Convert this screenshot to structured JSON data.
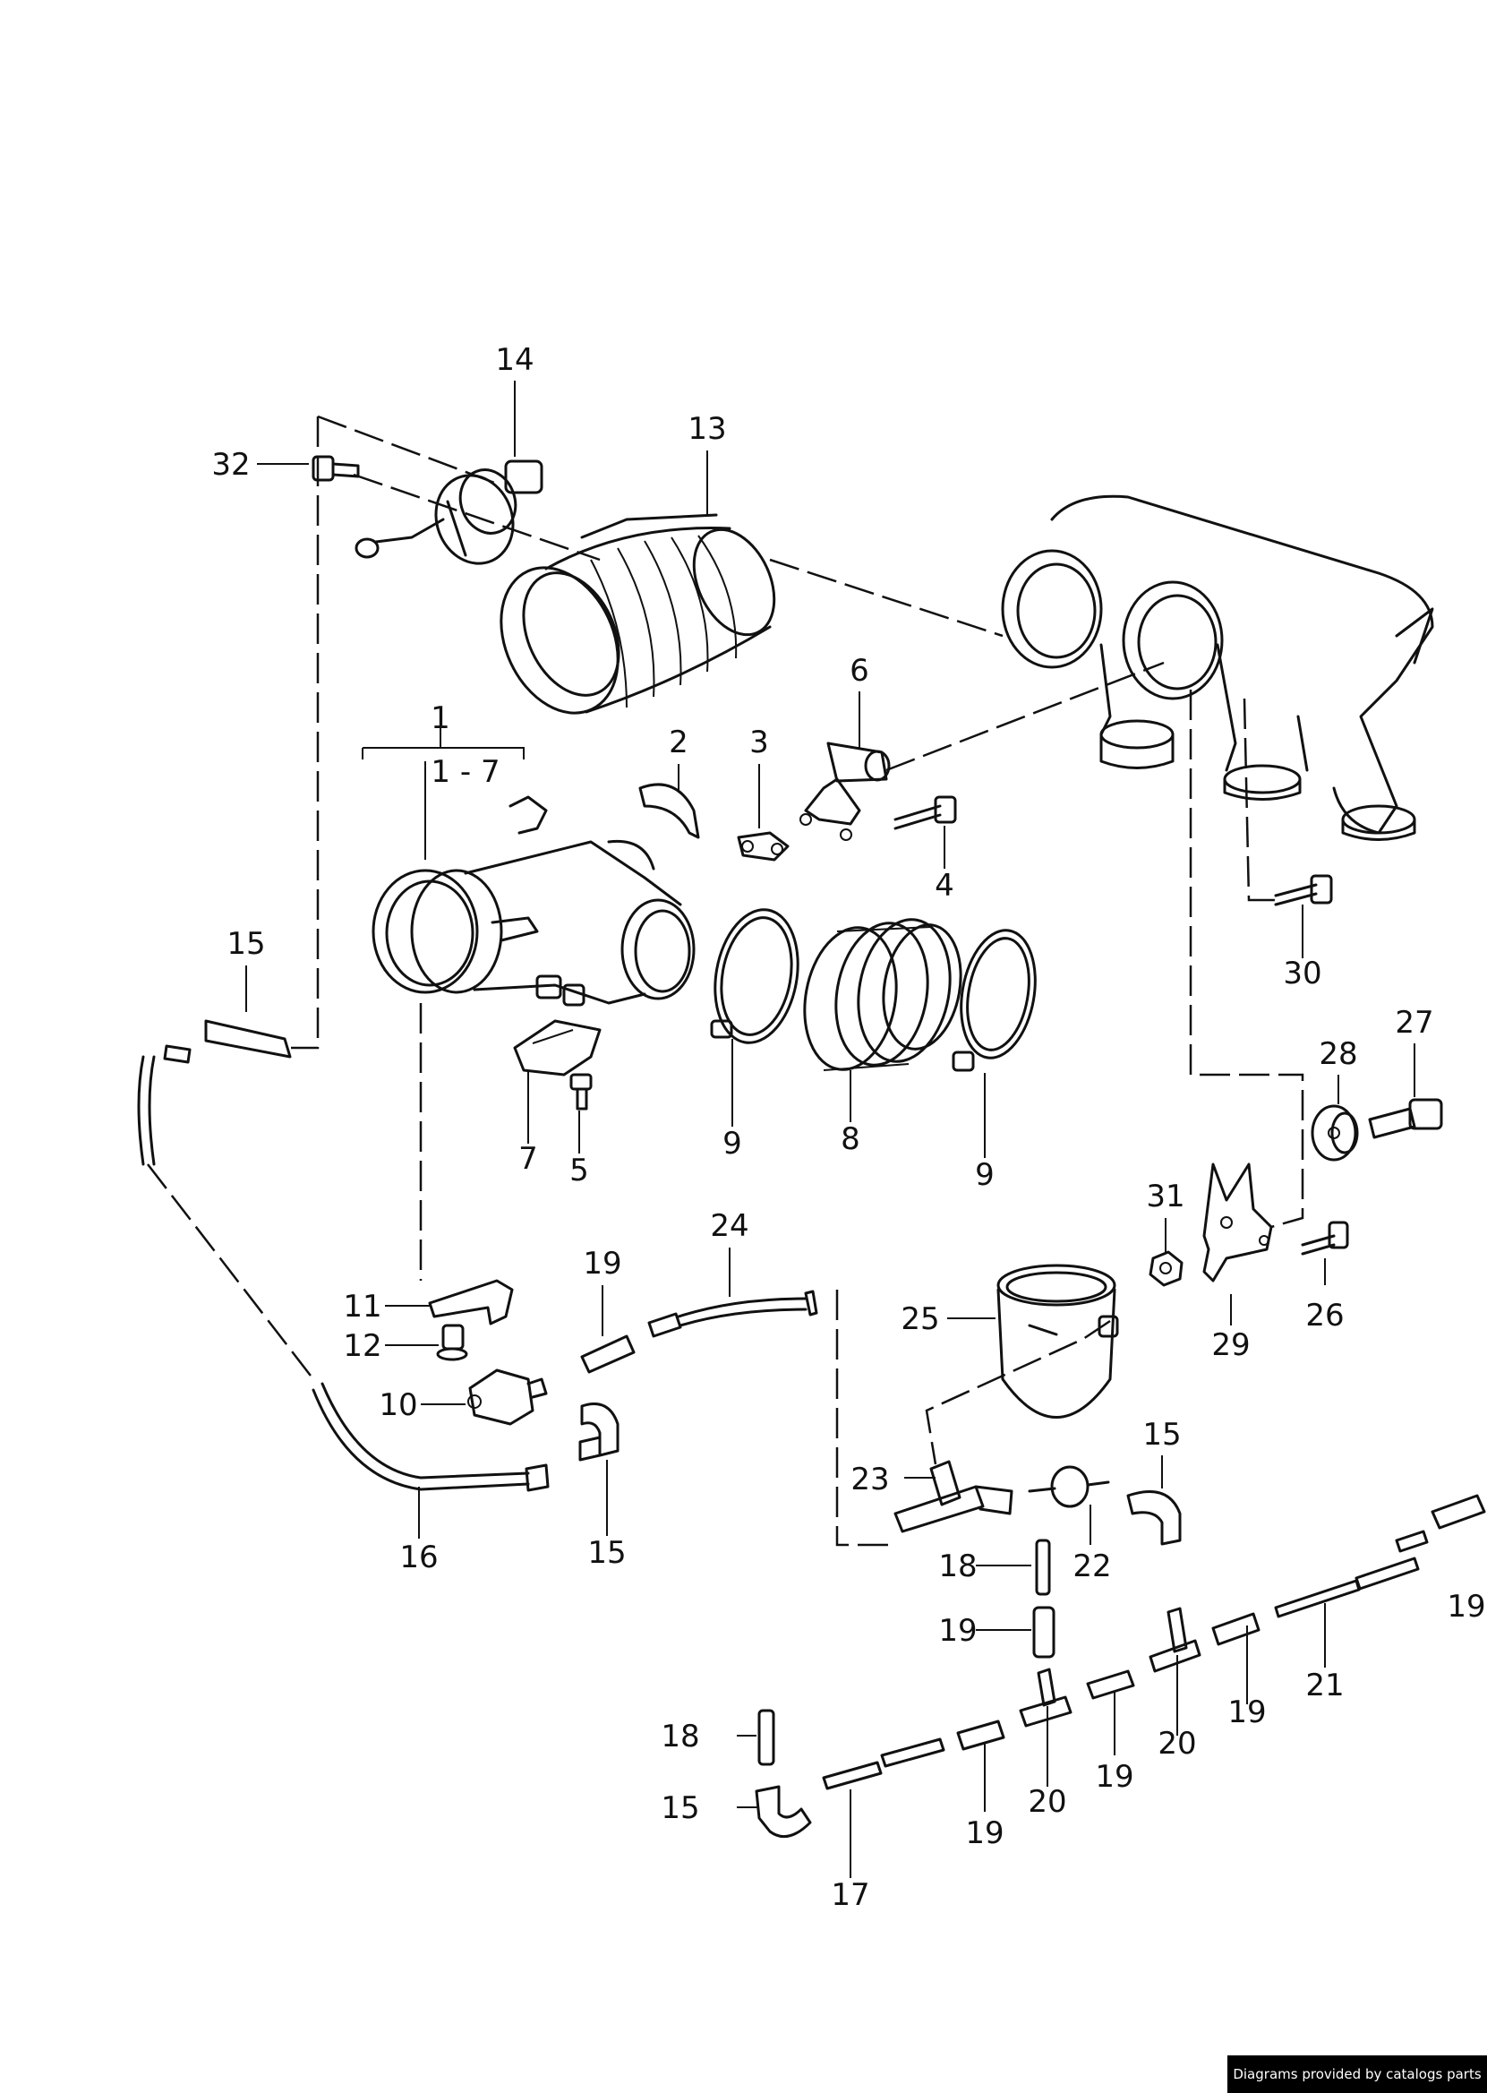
{
  "callouts": [
    {
      "id": "c14",
      "text": "14"
    },
    {
      "id": "c32",
      "text": "32"
    },
    {
      "id": "c13",
      "text": "13"
    },
    {
      "id": "c1",
      "text": "1"
    },
    {
      "id": "c1-7",
      "text": "1 - 7"
    },
    {
      "id": "c2",
      "text": "2"
    },
    {
      "id": "c3",
      "text": "3"
    },
    {
      "id": "c6",
      "text": "6"
    },
    {
      "id": "c4",
      "text": "4"
    },
    {
      "id": "c30",
      "text": "30"
    },
    {
      "id": "c15a",
      "text": "15"
    },
    {
      "id": "c9a",
      "text": "9"
    },
    {
      "id": "c8",
      "text": "8"
    },
    {
      "id": "c9b",
      "text": "9"
    },
    {
      "id": "c7",
      "text": "7"
    },
    {
      "id": "c5",
      "text": "5"
    },
    {
      "id": "c28",
      "text": "28"
    },
    {
      "id": "c27",
      "text": "27"
    },
    {
      "id": "c31",
      "text": "31"
    },
    {
      "id": "c24",
      "text": "24"
    },
    {
      "id": "c19a",
      "text": "19"
    },
    {
      "id": "c11",
      "text": "11"
    },
    {
      "id": "c12",
      "text": "12"
    },
    {
      "id": "c10",
      "text": "10"
    },
    {
      "id": "c25",
      "text": "25"
    },
    {
      "id": "c29",
      "text": "29"
    },
    {
      "id": "c26",
      "text": "26"
    },
    {
      "id": "c23",
      "text": "23"
    },
    {
      "id": "c15b",
      "text": "15"
    },
    {
      "id": "c16",
      "text": "16"
    },
    {
      "id": "c15c",
      "text": "15"
    },
    {
      "id": "c18a",
      "text": "18"
    },
    {
      "id": "c22",
      "text": "22"
    },
    {
      "id": "c19b",
      "text": "19"
    },
    {
      "id": "c19c",
      "text": "19"
    },
    {
      "id": "c21",
      "text": "21"
    },
    {
      "id": "c20a",
      "text": "20"
    },
    {
      "id": "c19d",
      "text": "19"
    },
    {
      "id": "c18b",
      "text": "18"
    },
    {
      "id": "c15d",
      "text": "15"
    },
    {
      "id": "c20b",
      "text": "20"
    },
    {
      "id": "c19e",
      "text": "19"
    },
    {
      "id": "c19f",
      "text": "19"
    },
    {
      "id": "c17",
      "text": "17"
    }
  ],
  "credit": "Diagrams provided by catalogs parts"
}
